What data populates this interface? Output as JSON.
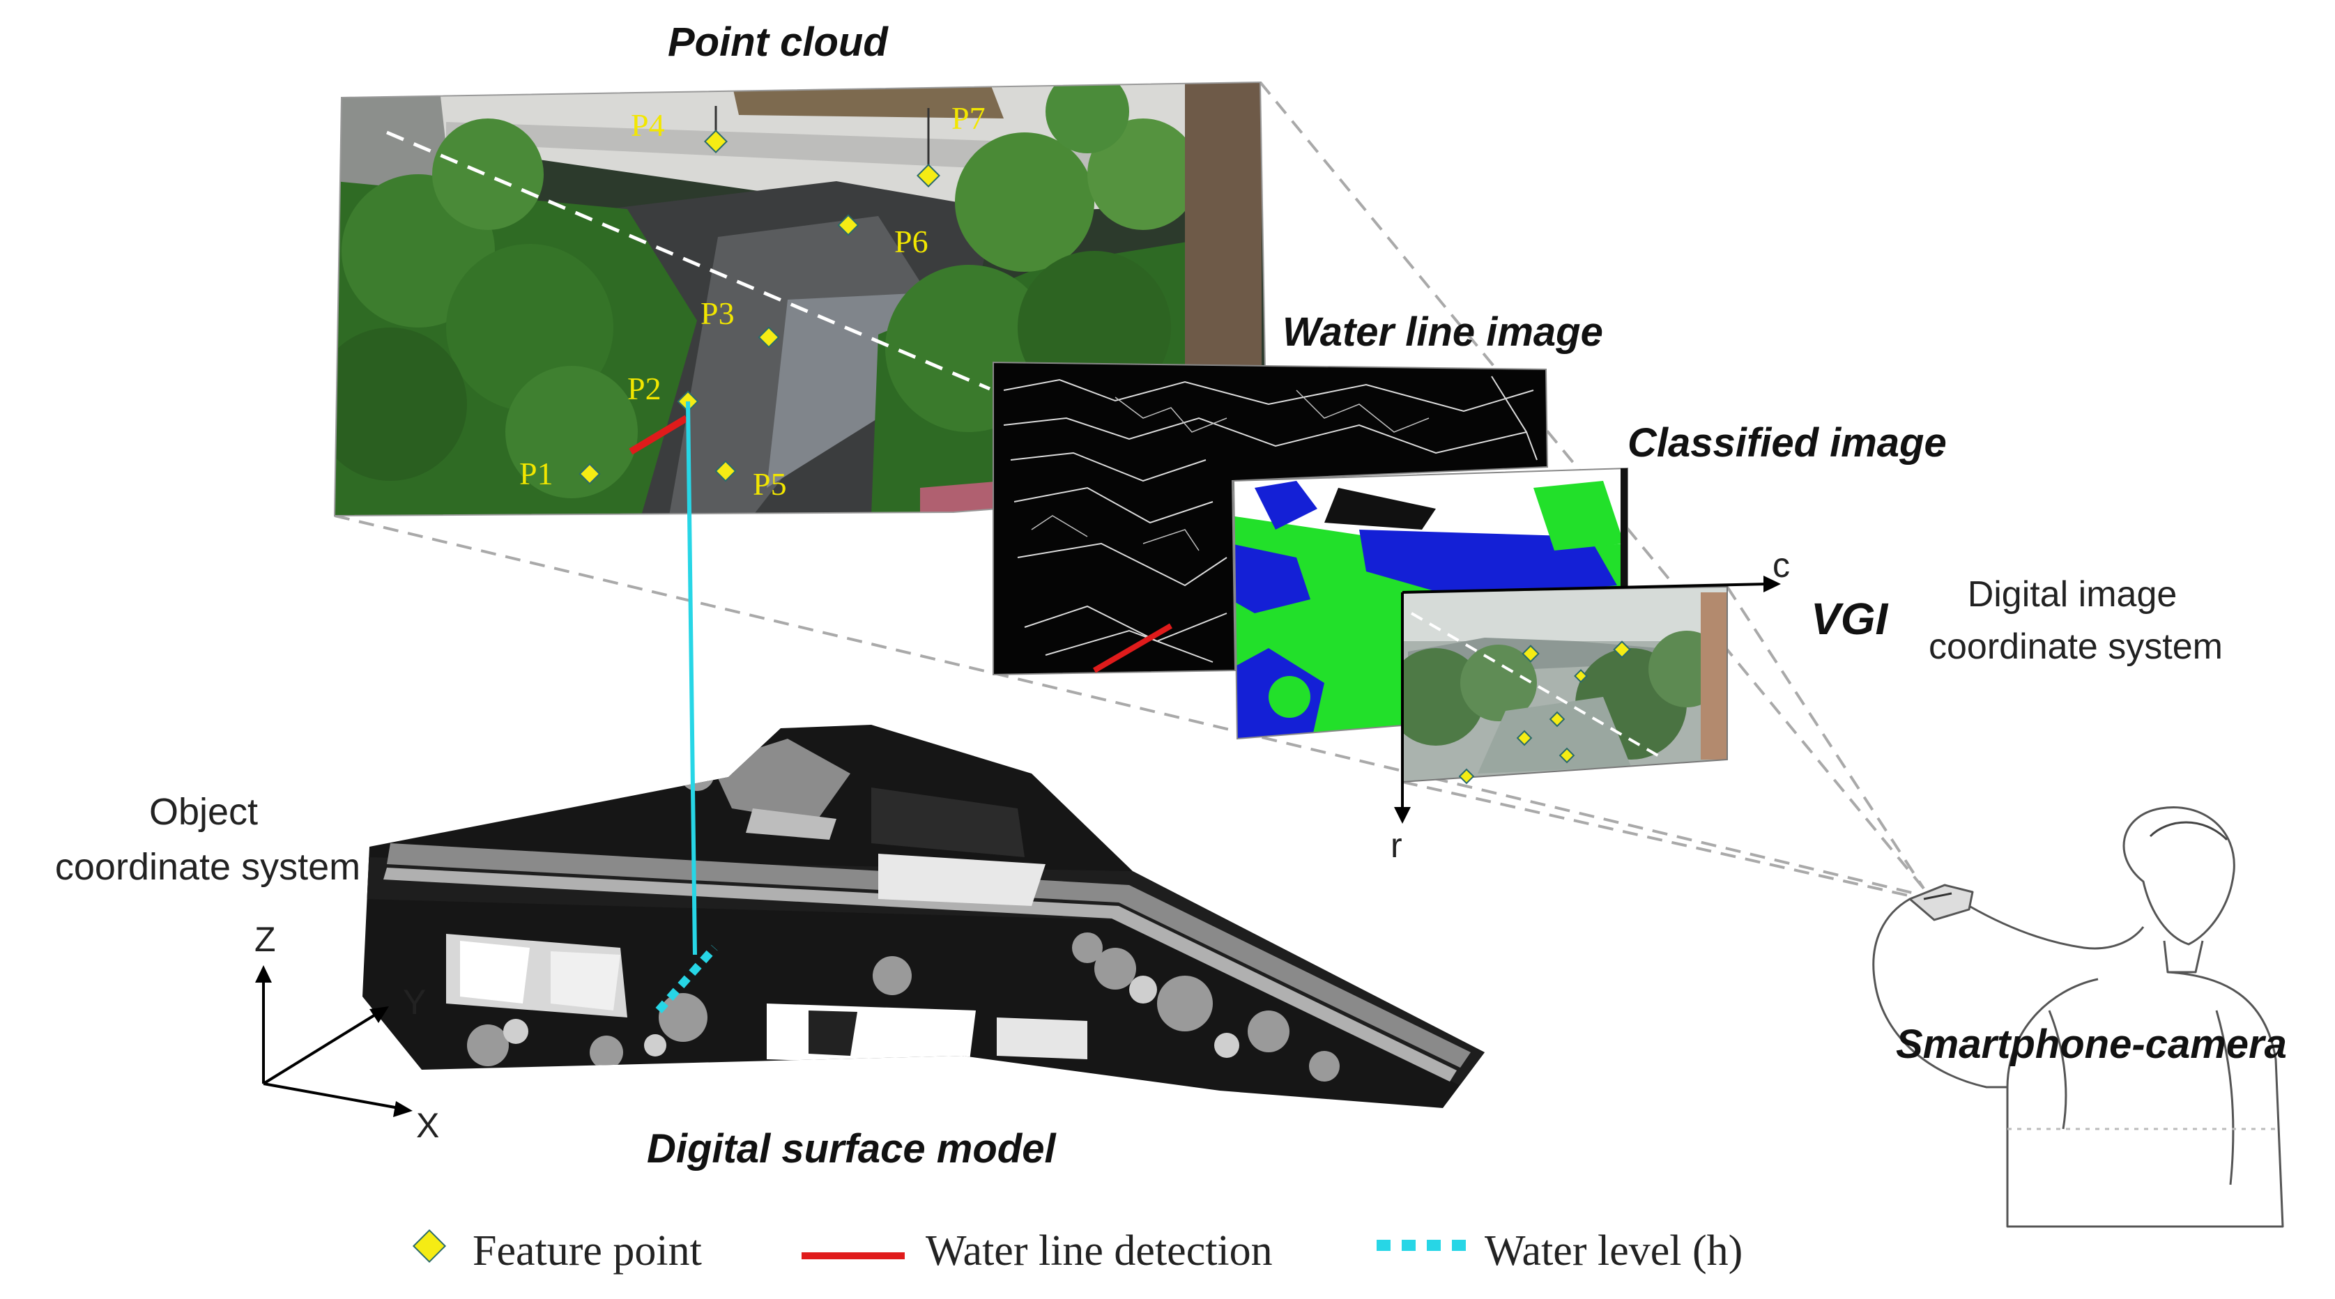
{
  "titles": {
    "point_cloud": "Point cloud",
    "water_line_image": "Water line image",
    "classified_image": "Classified image",
    "vgi": "VGI",
    "digital_surface_model": "Digital surface model",
    "smartphone_camera": "Smartphone-camera"
  },
  "coord_systems": {
    "image_line1": "Digital image",
    "image_line2": "coordinate system",
    "object_line1": "Object",
    "object_line2": "coordinate system"
  },
  "axes": {
    "z": "Z",
    "y": "Y",
    "x": "X",
    "c": "c",
    "r": "r"
  },
  "feature_points": {
    "p1": "P1",
    "p2": "P2",
    "p3": "P3",
    "p4": "P4",
    "p5": "P5",
    "p6": "P6",
    "p7": "P7"
  },
  "legend": {
    "feature_point": "Feature point",
    "water_line_detection": "Water line detection",
    "water_level": "Water level (h)"
  },
  "colors": {
    "feature_point": "#f5ec14",
    "water_line": "#e01b1b",
    "water_level": "#27d6e6",
    "classified_green": "#22e02a",
    "classified_blue": "#1420d6"
  }
}
